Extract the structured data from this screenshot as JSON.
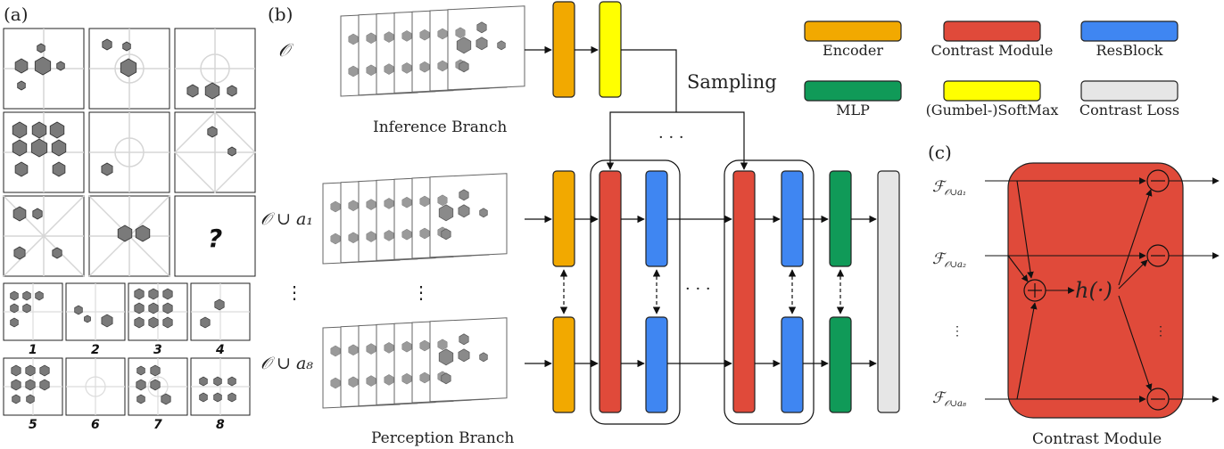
{
  "panels": {
    "a": "(a)",
    "b": "(b)",
    "c": "(c)"
  },
  "puzzle": {
    "question_mark": "?",
    "answer_numbers": [
      "1",
      "2",
      "3",
      "4",
      "5",
      "6",
      "7",
      "8"
    ]
  },
  "branches": {
    "inference": "Inference Branch",
    "perception": "Perception Branch",
    "sampling": "Sampling"
  },
  "inputs": {
    "o": "𝒪",
    "o_a1": "𝒪 ∪ a₁",
    "o_a8": "𝒪 ∪ a₈"
  },
  "ellipses": {
    "dots_h": "· · ·",
    "dots_v": "⋮"
  },
  "legend": [
    {
      "label": "Encoder",
      "color": "#f2a900"
    },
    {
      "label": "Contrast Module",
      "color": "#e04a3a"
    },
    {
      "label": "ResBlock",
      "color": "#3f86f2"
    },
    {
      "label": "MLP",
      "color": "#109a58"
    },
    {
      "label": "(Gumbel-)SoftMax",
      "color": "#ffff00"
    },
    {
      "label": "Contrast Loss",
      "color": "#e6e6e6"
    }
  ],
  "contrast_module": {
    "title": "Contrast Module",
    "function": "h(·)",
    "f_a1": "ℱ",
    "f_a1_sub": "𝒪∪a₁",
    "f_a2": "ℱ",
    "f_a2_sub": "𝒪∪a₂",
    "f_a8": "ℱ",
    "f_a8_sub": "𝒪∪a₈",
    "plus": "+",
    "minus": "−"
  },
  "colors": {
    "encoder": "#f2a900",
    "contrast": "#e04a3a",
    "resblock": "#3f86f2",
    "mlp": "#109a58",
    "softmax": "#ffff00",
    "loss": "#e6e6e6",
    "hexagon": "#7a7a7a"
  }
}
